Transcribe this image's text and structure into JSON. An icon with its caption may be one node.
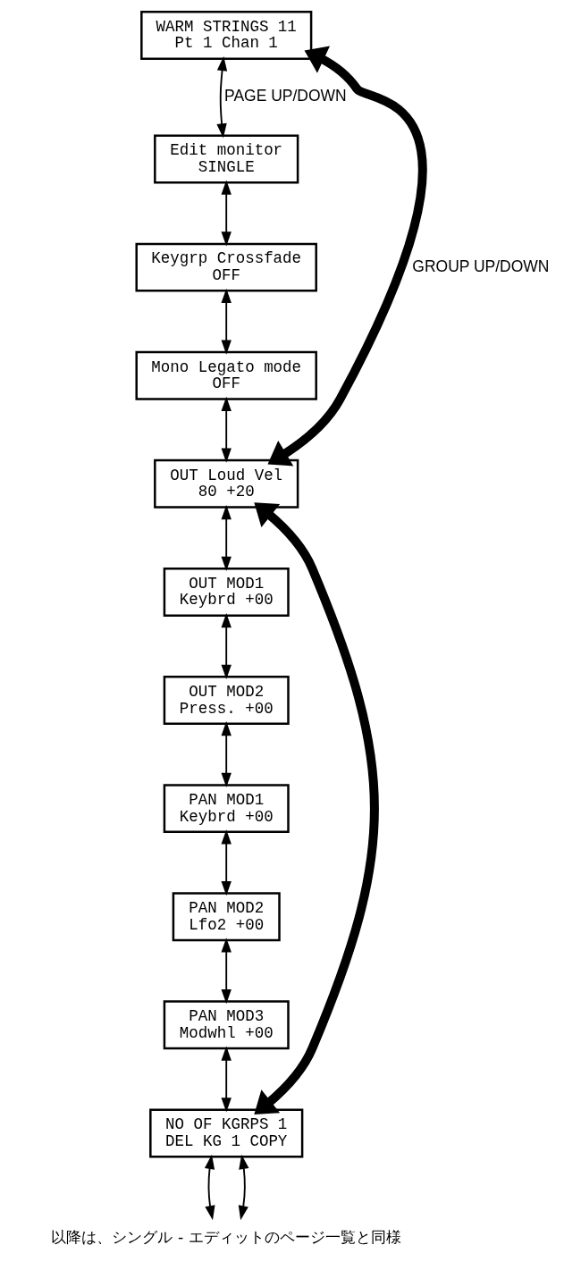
{
  "diagram": {
    "nodes": [
      {
        "text": [
          "WARM STRINGS 11",
          "Pt 1 Chan 1"
        ]
      },
      {
        "text": [
          "Edit monitor",
          "SINGLE"
        ]
      },
      {
        "text": [
          "Keygrp Crossfade",
          "OFF"
        ]
      },
      {
        "text": [
          "Mono Legato mode",
          "OFF"
        ]
      },
      {
        "text": [
          "OUT Loud Vel",
          "80 +20"
        ]
      },
      {
        "text": [
          "OUT MOD1",
          "Keybrd +00"
        ]
      },
      {
        "text": [
          "OUT MOD2",
          "Press. +00"
        ]
      },
      {
        "text": [
          "PAN MOD1",
          "Keybrd +00"
        ]
      },
      {
        "text": [
          "PAN MOD2",
          "Lfo2 +00"
        ]
      },
      {
        "text": [
          "PAN MOD3",
          "Modwhl +00"
        ]
      },
      {
        "text": [
          "NO OF KGRPS 1",
          "DEL KG 1 COPY"
        ]
      },
      {
        "text": [
          "以降は、シングル - エディットのページ一覧と同様"
        ]
      }
    ],
    "edges": [
      {
        "from": 0,
        "to": 4,
        "arrow": "both",
        "style": "thick",
        "label": "GROUP UP/DOWN"
      },
      {
        "from": 0,
        "to": 1,
        "arrow": "both",
        "label": "PAGE UP/DOWN"
      },
      {
        "from": 1,
        "to": 2,
        "arrow": "both"
      },
      {
        "from": 2,
        "to": 3,
        "arrow": "both"
      },
      {
        "from": 3,
        "to": 4,
        "arrow": "both"
      },
      {
        "from": 4,
        "to": 10,
        "arrow": "both",
        "style": "thick"
      },
      {
        "from": 4,
        "to": 5,
        "arrow": "both"
      },
      {
        "from": 5,
        "to": 6,
        "arrow": "both"
      },
      {
        "from": 6,
        "to": 7,
        "arrow": "both"
      },
      {
        "from": 7,
        "to": 8,
        "arrow": "both"
      },
      {
        "from": 8,
        "to": 9,
        "arrow": "both"
      },
      {
        "from": 9,
        "to": 10,
        "arrow": "both"
      },
      {
        "from": 10,
        "to": 11,
        "arrow": "both"
      },
      {
        "from": 10,
        "to": 11,
        "arrow": "both"
      }
    ]
  }
}
